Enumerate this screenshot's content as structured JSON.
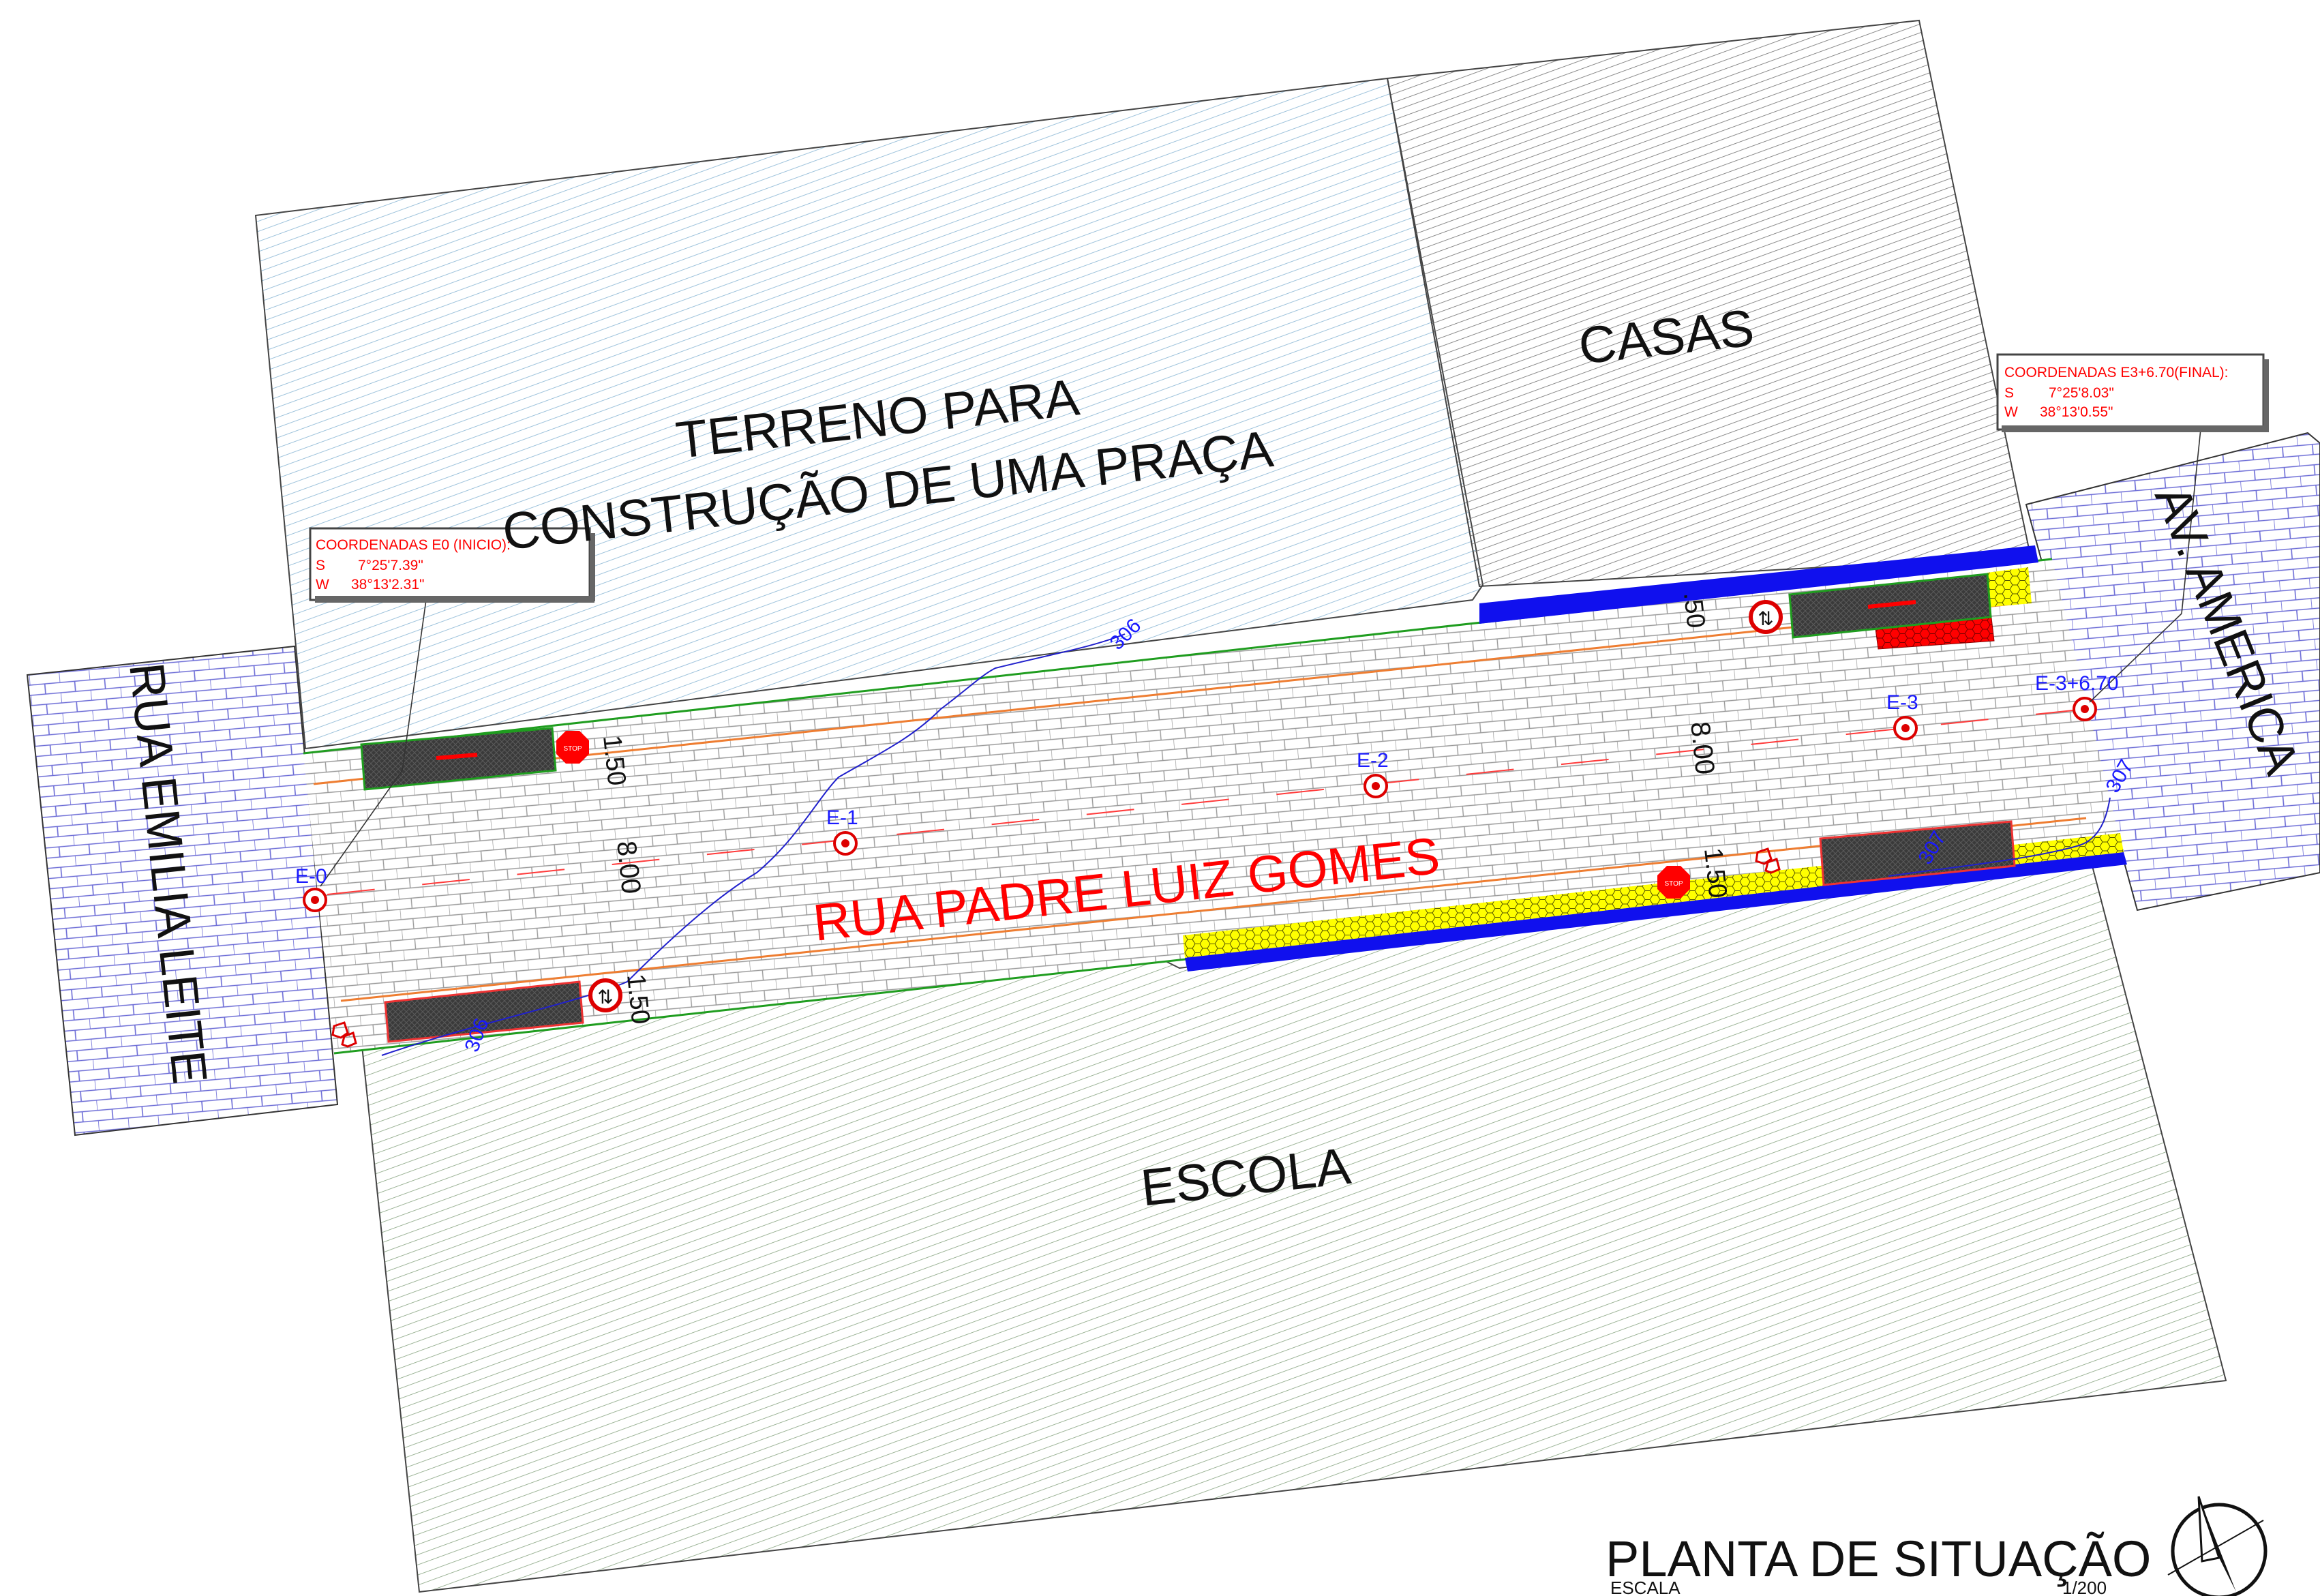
{
  "title": {
    "main": "PLANTA DE SITUAÇÃO",
    "scale_label": "ESCALA",
    "scale_value": "1/200"
  },
  "areas": {
    "terreno_line1": "TERRENO PARA",
    "terreno_line2": "CONSTRUÇÃO DE UMA PRAÇA",
    "casas": "CASAS",
    "escola": "ESCOLA"
  },
  "streets": {
    "main": "RUA PADRE LUIZ GOMES",
    "left": "RUA EMILIA LEITE",
    "right": "AV. AMERICA"
  },
  "stations": [
    {
      "label": "E-0"
    },
    {
      "label": "E-1"
    },
    {
      "label": "E-2"
    },
    {
      "label": "E-3"
    },
    {
      "label": "E-3+6.70"
    }
  ],
  "coord_start": {
    "title": "COORDENADAS E0 (INICIO):",
    "s_label": "S",
    "s_value": "7°25'7.39\"",
    "w_label": "W",
    "w_value": "38°13'2.31\""
  },
  "coord_end": {
    "title": "COORDENADAS E3+6.70(FINAL):",
    "s_label": "S",
    "s_value": "7°25'8.03\"",
    "w_label": "W",
    "w_value": "38°13'0.55\""
  },
  "dimensions": {
    "road_width": "8.00",
    "sidewalk": ".50",
    "sidewalk_full": "1.50",
    "sidewalk_top_left": "1.50"
  },
  "contours": [
    "306",
    "307",
    "306",
    "307"
  ],
  "signs": {
    "stop": "STOP",
    "no_turn_symbol": "⇅"
  },
  "colors": {
    "hatch_blue": "#9ec3dc",
    "hatch_gray": "#6e6e6e",
    "hatch_green": "#86a37f",
    "road_edge": "#ee7d31",
    "green_line": "#1f9d1f",
    "blue_curb": "#1010ee",
    "yellow_curb": "#ffff00",
    "red_curb": "#ff0000",
    "label_red": "#ff0000",
    "label_blue": "#1a1aff"
  }
}
